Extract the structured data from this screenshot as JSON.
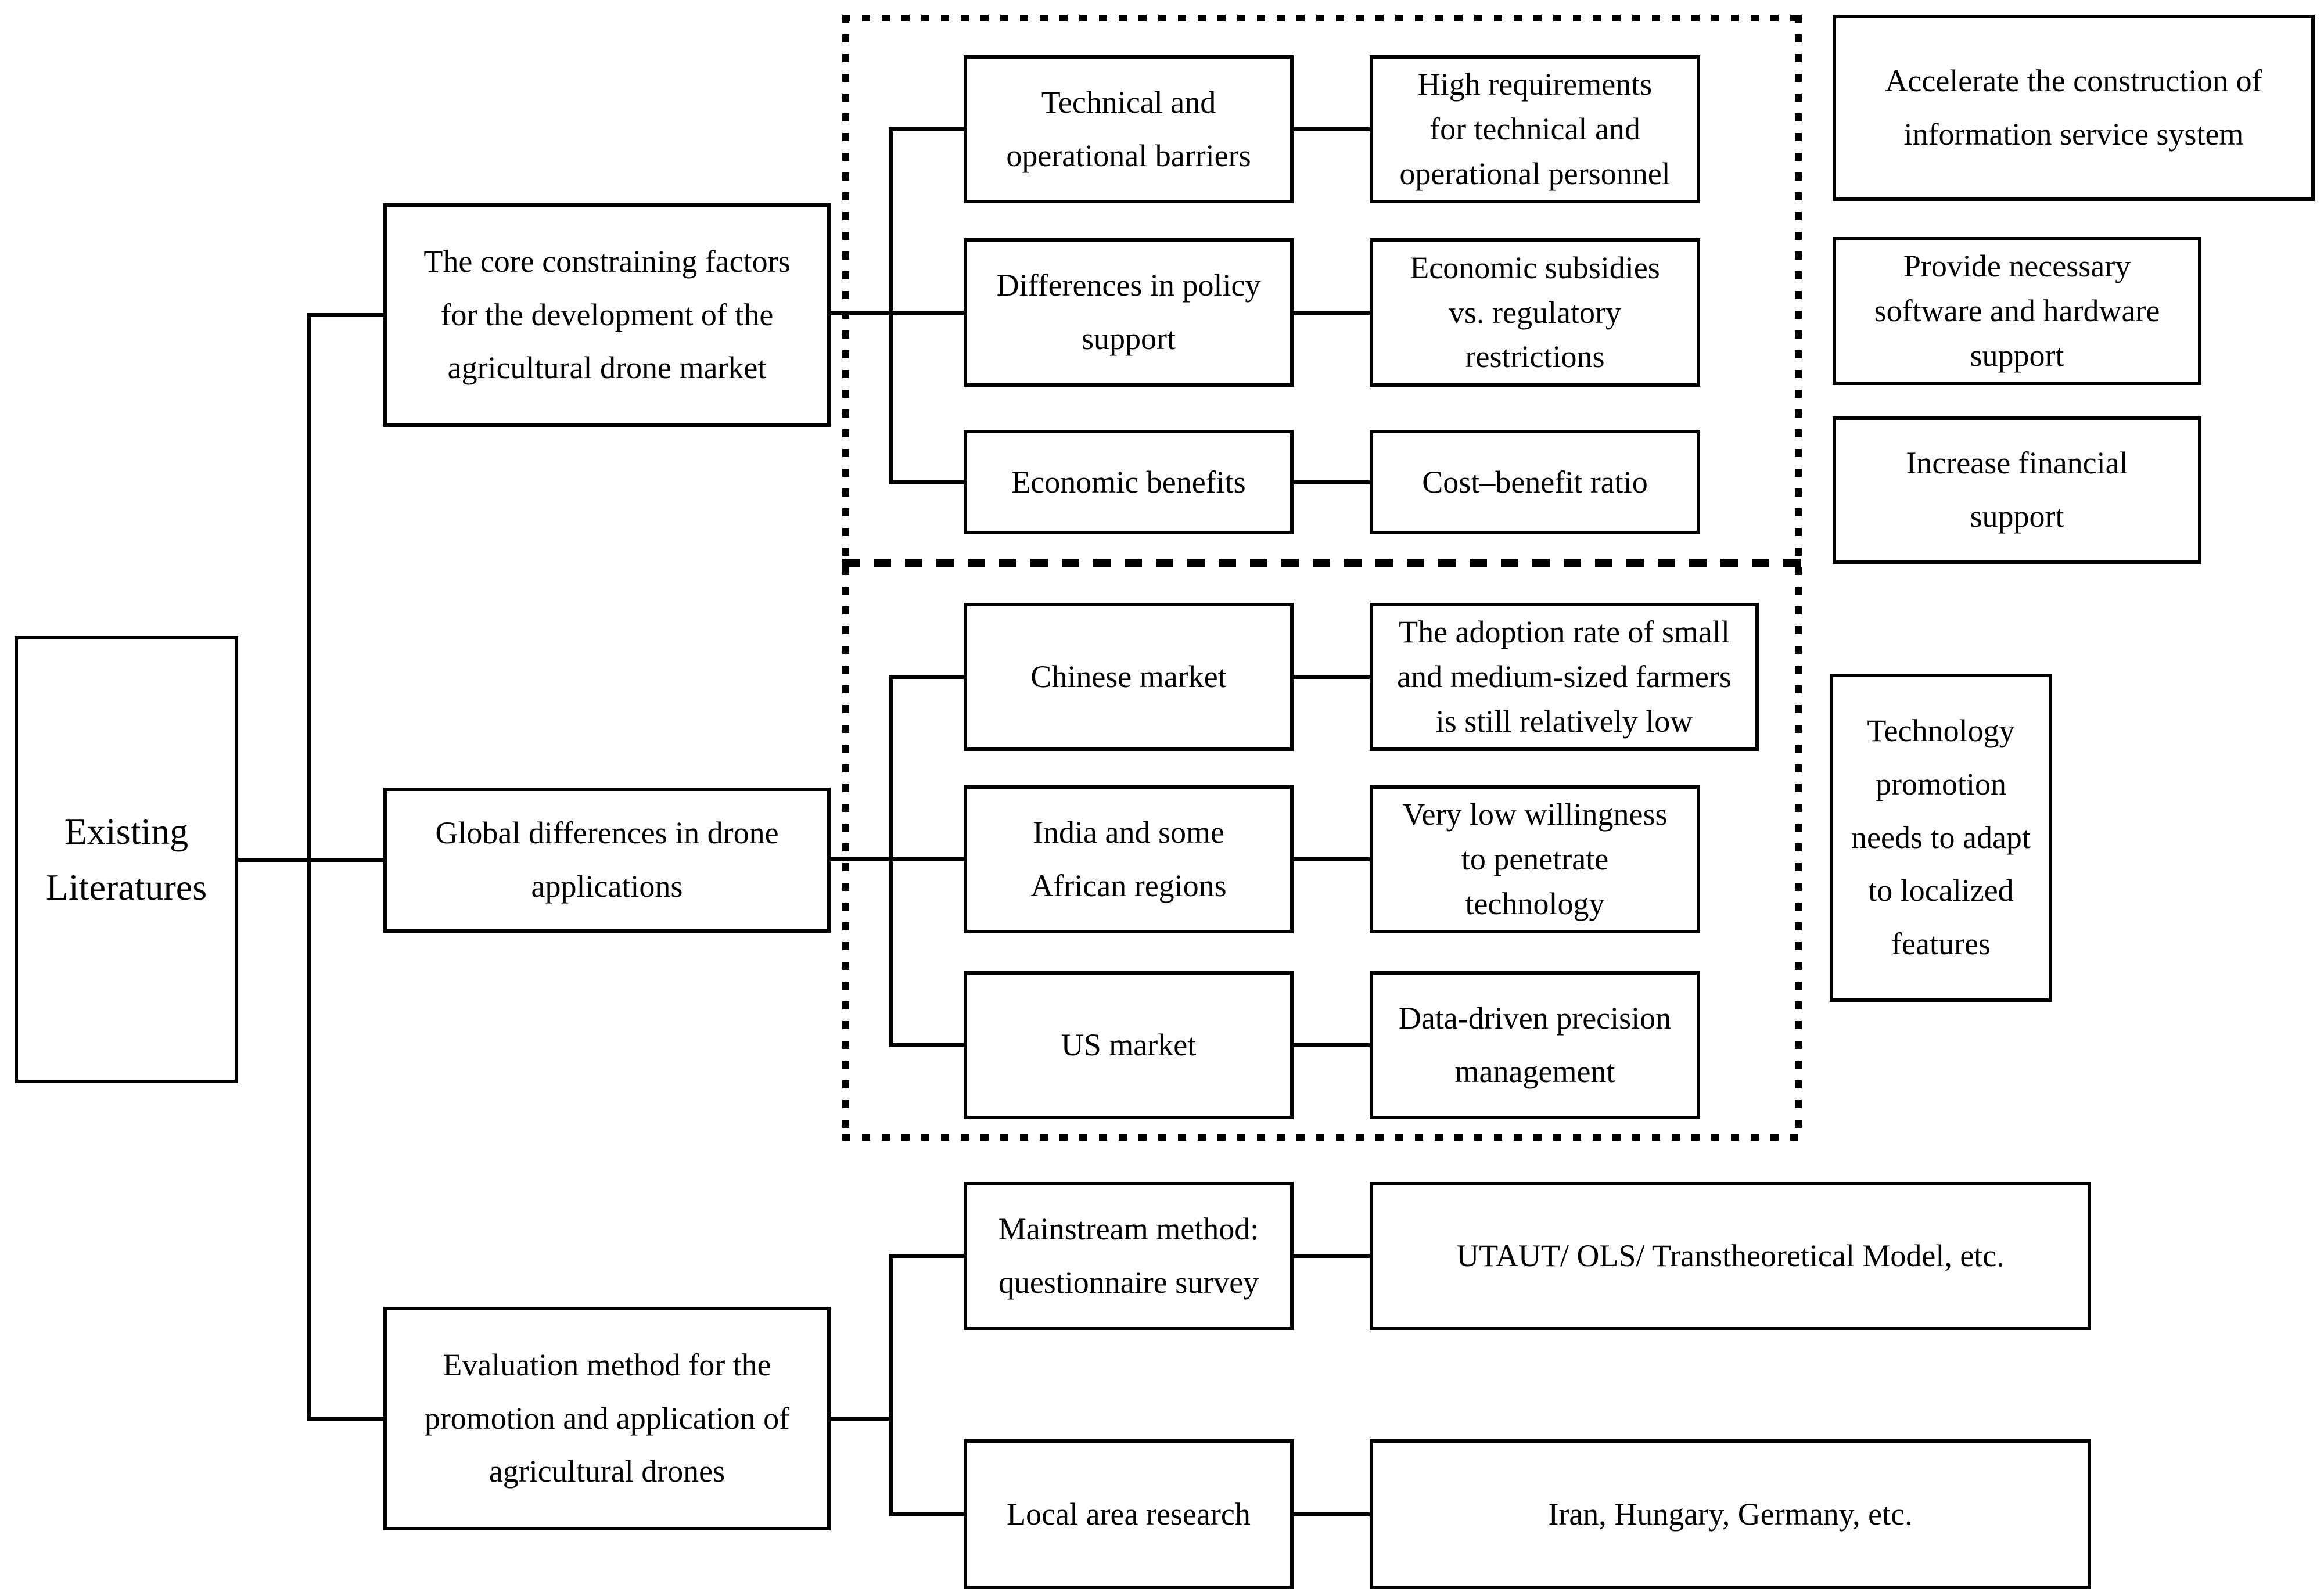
{
  "figure": {
    "root": {
      "label": "Existing\nLiteratures"
    },
    "branches": [
      {
        "label": "The core constraining factors\nfor the development of the\nagricultural drone market",
        "children": [
          {
            "label": "Technical and\noperational barriers",
            "detail": "High requirements\nfor technical and\noperational personnel"
          },
          {
            "label": "Differences in policy\nsupport",
            "detail": "Economic subsidies\nvs. regulatory\nrestrictions"
          },
          {
            "label": "Economic benefits",
            "detail": "Cost–benefit ratio"
          }
        ]
      },
      {
        "label": "Global differences in drone\napplications",
        "children": [
          {
            "label": "Chinese market",
            "detail": "The adoption rate of small\nand medium-sized farmers\nis still relatively low"
          },
          {
            "label": "India and some\nAfrican regions",
            "detail": "Very low willingness\nto penetrate\ntechnology"
          },
          {
            "label": "US market",
            "detail": "Data-driven precision\nmanagement"
          }
        ]
      },
      {
        "label": "Evaluation method for the\npromotion and application of\nagricultural drones",
        "children": [
          {
            "label": "Mainstream method:\nquestionnaire survey",
            "detail": "UTAUT/ OLS/ Transtheoretical Model, etc."
          },
          {
            "label": "Local area research",
            "detail": "Iran, Hungary, Germany, etc."
          }
        ]
      }
    ],
    "notes": [
      {
        "label": "Accelerate the construction of\ninformation service system"
      },
      {
        "label": "Provide necessary\nsoftware and hardware\nsupport"
      },
      {
        "label": "Increase financial\nsupport"
      },
      {
        "label": "Technology\npromotion\nneeds to adapt\nto localized\nfeatures"
      }
    ]
  }
}
